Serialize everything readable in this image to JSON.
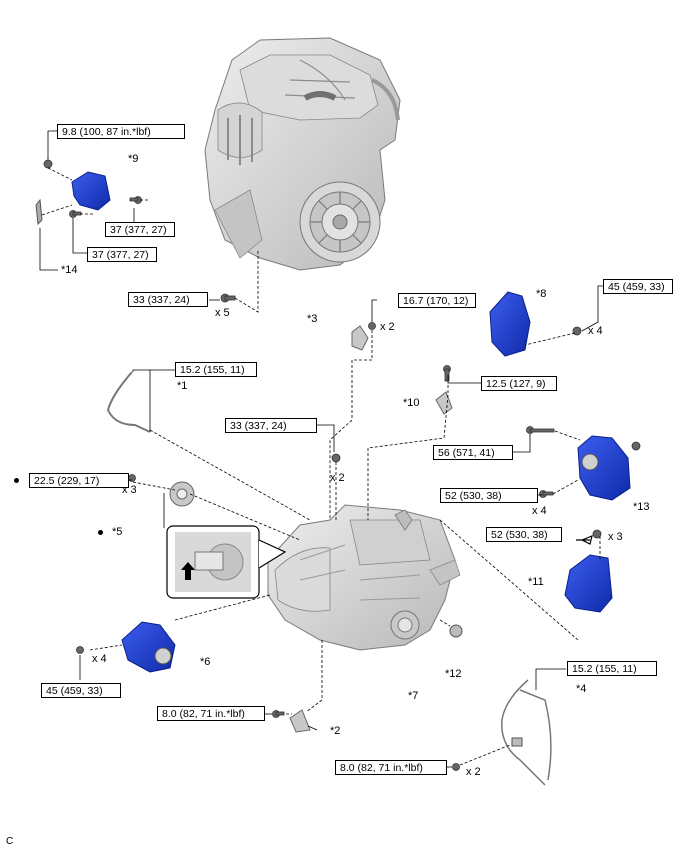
{
  "torques": {
    "t1": "9.8 (100, 87 in.*lbf)",
    "t2": "37 (377, 27)",
    "t3": "37 (377, 27)",
    "t4": "33 (337, 24)",
    "t5": "16.7 (170, 12)",
    "t6": "45 (459, 33)",
    "t7": "15.2 (155, 11)",
    "t8": "12.5 (127, 9)",
    "t9": "33 (337, 24)",
    "t10": "56 (571, 41)",
    "t11": "22.5 (229, 17)",
    "t12": "52 (530, 38)",
    "t13": "52 (530, 38)",
    "t14": "45 (459, 33)",
    "t15": "15.2 (155, 11)",
    "t16": "8.0 (82, 71 in.*lbf)",
    "t17": "8.0 (82, 71 in.*lbf)"
  },
  "callouts": {
    "c1": "*1",
    "c2": "*2",
    "c3": "*3",
    "c4": "*4",
    "c5": "*5",
    "c6": "*6",
    "c7": "*7",
    "c8": "*8",
    "c9": "*9",
    "c10": "*10",
    "c11": "*11",
    "c12": "*12",
    "c13": "*13",
    "c14": "*14"
  },
  "quantities": {
    "q1": "x 5",
    "q2": "x 2",
    "q3": "x 4",
    "q4": "x 2",
    "q5": "x 3",
    "q6": "x 4",
    "q7": "x 3",
    "q8": "x 4",
    "q9": "x 2"
  },
  "corner_code": "C",
  "colors": {
    "part_highlight": "#1a3cc8",
    "part_dark": "#0a1f8a",
    "engine_gray": "#cfcfcf",
    "line": "#000000"
  }
}
